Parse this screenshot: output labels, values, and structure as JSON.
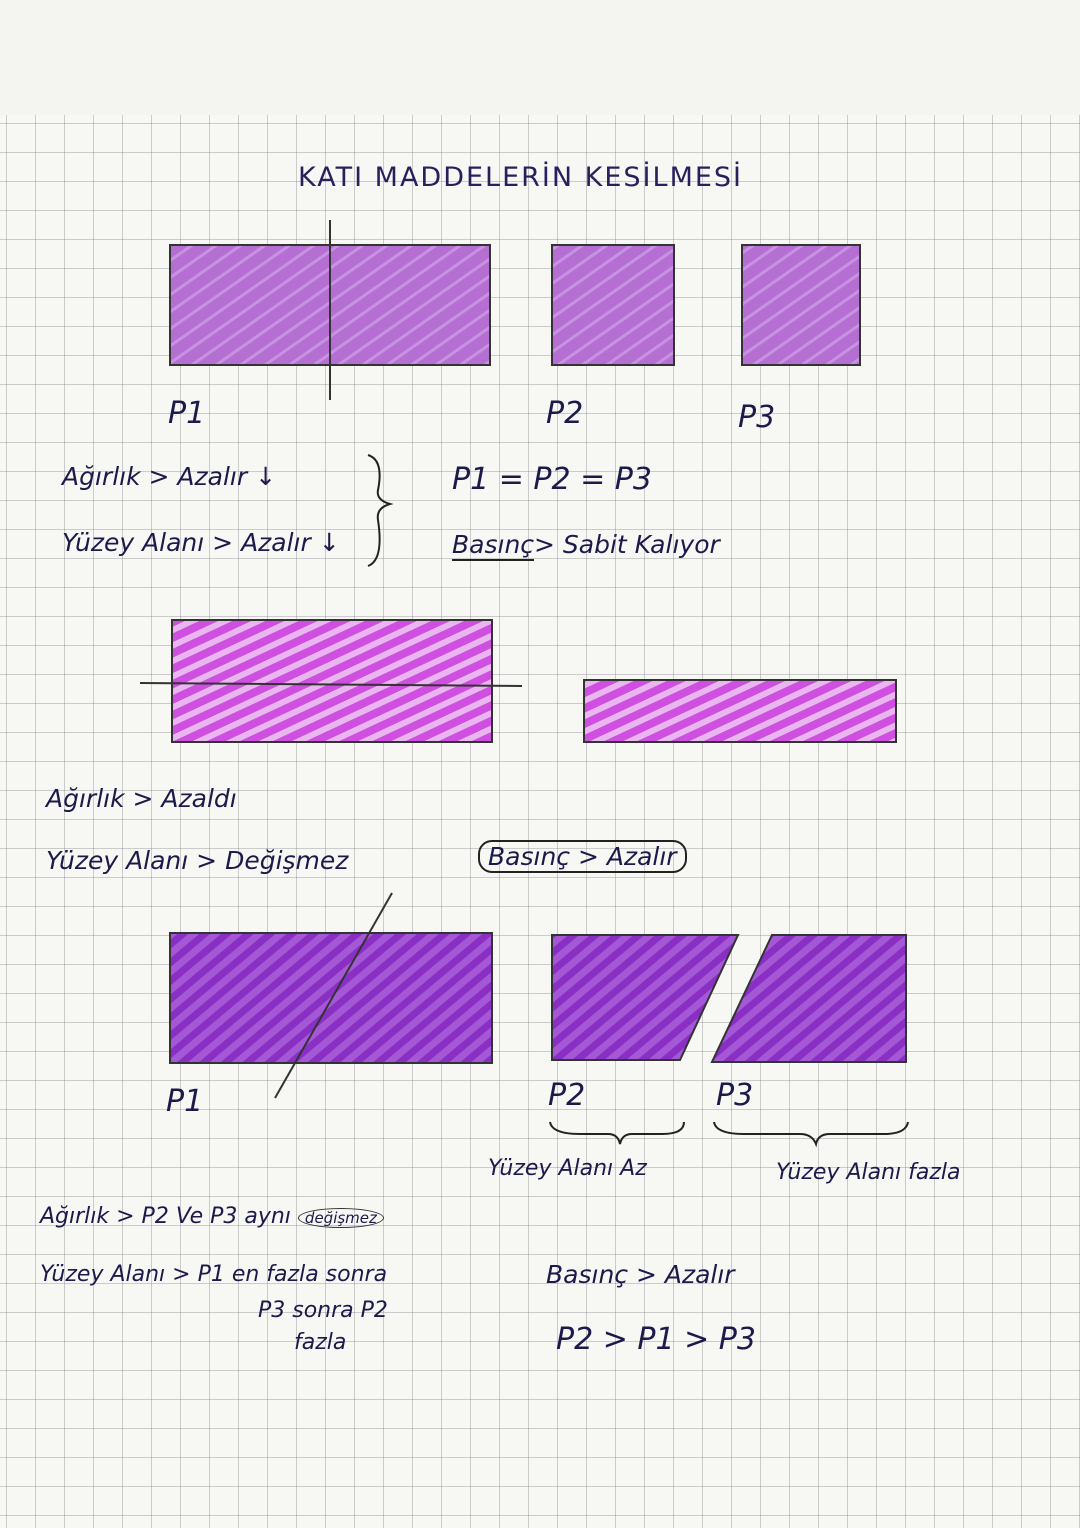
{
  "title": "KATI MADDELERİN KESİLMESİ",
  "colors": {
    "fill_light": "#b86fd6",
    "fill_pink": "#cf4fe0",
    "fill_dark": "#8a2fc4",
    "ink": "#1c1a4a"
  },
  "section1": {
    "labels": [
      "P1",
      "P2",
      "P3"
    ],
    "notes": [
      "Ağırlık > Azalır ↓",
      "Yüzey Alanı > Azalır ↓"
    ],
    "equation": "P1 = P2 = P3",
    "pressure_word": "Basınç",
    "pressure_rest": "> Sabit Kalıyor"
  },
  "section2": {
    "notes": [
      "Ağırlık > Azaldı",
      "Yüzey Alanı > Değişmez"
    ],
    "pressure": "Basınç > Azalır"
  },
  "section3": {
    "labels": [
      "P1",
      "P2",
      "P3"
    ],
    "brace_left": "Yüzey Alanı Az",
    "brace_right": "Yüzey Alanı fazla",
    "weight_prefix": "Ağırlık > P2 Ve P3 aynı",
    "weight_oval": "değişmez",
    "area_line1": "Yüzey Alanı > P1 en fazla sonra",
    "area_line2": "P3 sonra P2",
    "area_line3": "fazla",
    "pressure": "Basınç > Azalır",
    "order": "P2 > P1 > P3"
  }
}
